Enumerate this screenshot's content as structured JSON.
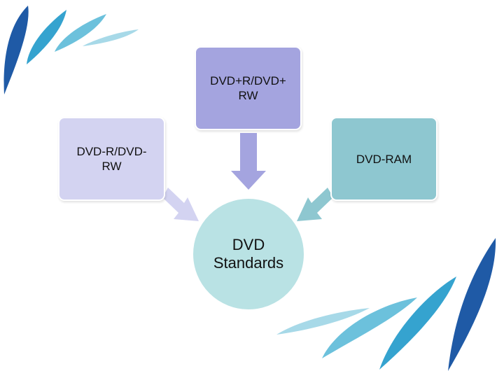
{
  "diagram": {
    "center": {
      "label": "DVD Standards",
      "color": "#b9e2e4"
    },
    "nodes": [
      {
        "id": "top",
        "label": "DVD+R/DVD+ RW",
        "color": "#a4a4df"
      },
      {
        "id": "left",
        "label": "DVD-R/DVD- RW",
        "color": "#d3d3f1"
      },
      {
        "id": "right",
        "label": "DVD-RAM",
        "color": "#8ec7d0"
      }
    ]
  }
}
